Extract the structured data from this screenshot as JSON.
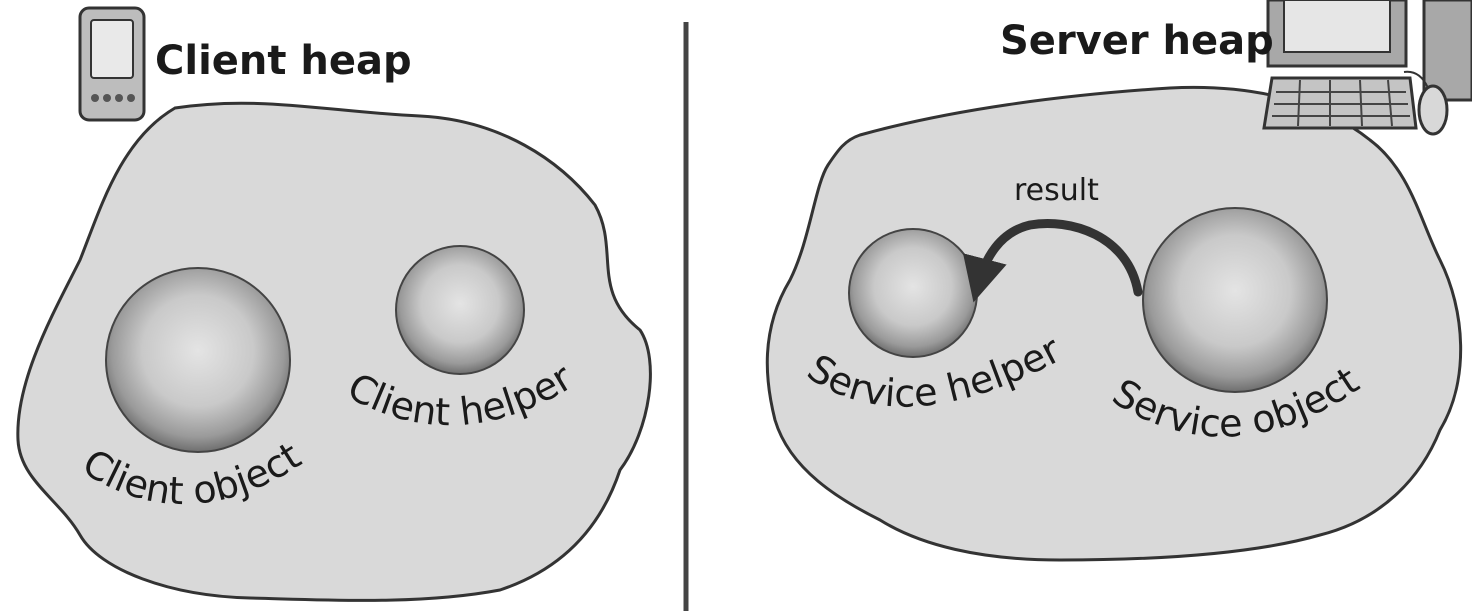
{
  "client": {
    "heap_title": "Client heap",
    "device_icon": "pda-device-icon",
    "object_label": "Client object",
    "helper_label": "Client helper"
  },
  "server": {
    "heap_title": "Server heap",
    "device_icon": "desktop-computer-icon",
    "helper_label": "Service helper",
    "object_label": "Service object",
    "arrow_label": "result"
  },
  "colors": {
    "heap_fill": "#d9d9d9",
    "outline": "#333333",
    "sphere_light": "#dcdcdc",
    "sphere_dark": "#8a8a8a"
  }
}
